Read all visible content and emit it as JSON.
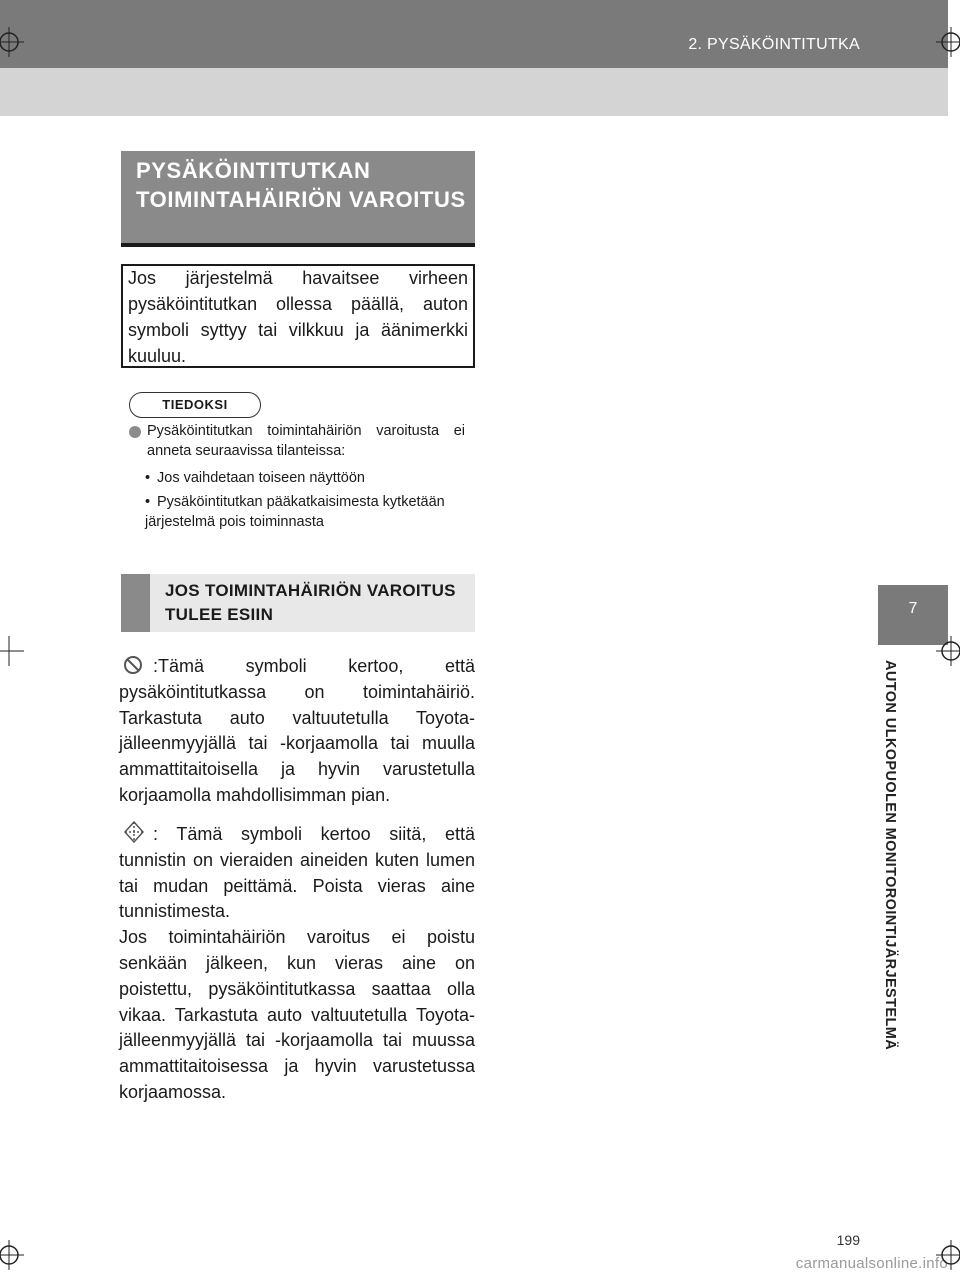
{
  "header": {
    "section": "2. PYSÄKÖINTITUTKA"
  },
  "side_tab": {
    "number": "7",
    "label": "AUTON ULKOPUOLEN MONITOROINTIJÄRJESTELMÄ"
  },
  "section1": {
    "title": "PYSÄKÖINTITUTKAN TOIMINTAHÄIRIÖN VAROITUS",
    "box_text": "Jos järjestelmä havaitsee virheen pysäköintitutkan ollessa päällä, auton symboli syttyy tai vilkkuu ja äänimerkki kuuluu."
  },
  "note": {
    "tag": "TIEDOKSI",
    "main": "Pysäköintitutkan toimintahäiriön varoitusta ei anneta seuraavissa tilanteissa:",
    "items": [
      "Jos vaihdetaan toiseen näyttöön",
      "Pysäköintitutkan pääkatkaisimesta kytketään järjestelmä pois toiminnasta"
    ]
  },
  "section2": {
    "title": "JOS TOIMINTAHÄIRIÖN VAROITUS TULEE ESIIN",
    "p1": ":Tämä symboli kertoo, että pysäköintitutkassa on toimintahäiriö. Tarkastuta auto valtuutetulla Toyota-jälleenmyyjällä tai -korjaamolla tai muulla ammattitaitoisella ja hyvin varustetulla korjaamolla mahdollisimman pian.",
    "p2": ": Tämä symboli kertoo siitä, että tunnistin on vieraiden aineiden kuten lumen tai mudan peittämä. Poista vieras aine tunnistimesta.",
    "p3": "Jos toimintahäiriön varoitus ei poistu senkään jälkeen, kun vieras aine on poistettu, pysäköintitutkassa saattaa olla vikaa. Tarkastuta auto valtuutetulla Toyota-jälleenmyyjällä tai -korjaamolla tai muussa ammattitaitoisessa ja hyvin varustetussa korjaamossa."
  },
  "page_number": "199",
  "footer": "carmanualsonline.info"
}
